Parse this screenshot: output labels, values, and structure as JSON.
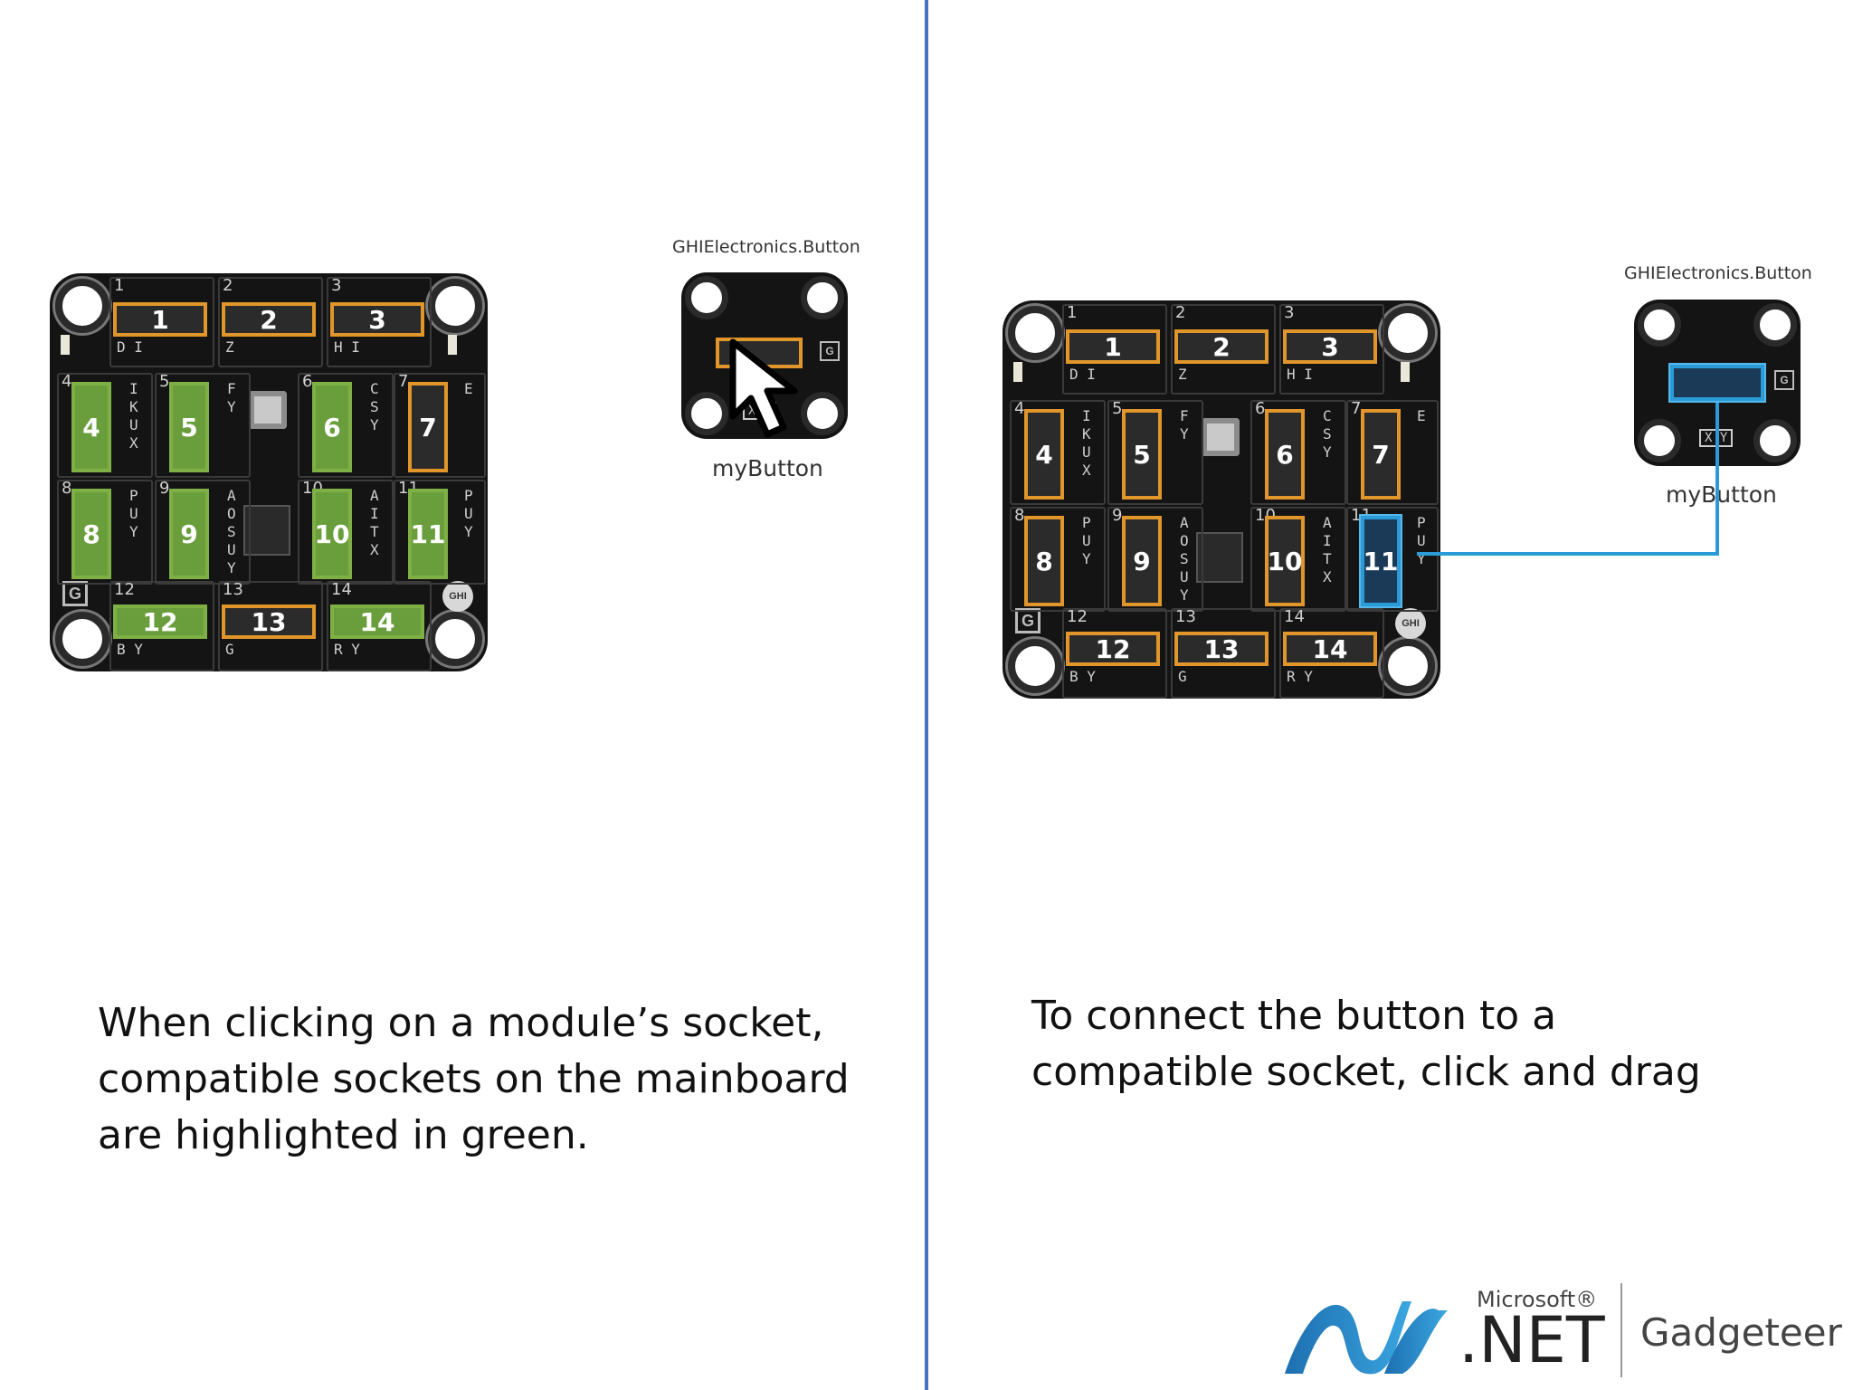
{
  "left": {
    "module_title": "GHIElectronics.Button",
    "module_name": "myButton",
    "caption_lines": [
      "When clicking on a module’s socket,",
      "compatible sockets on the mainboard",
      "are highlighted in green."
    ]
  },
  "right": {
    "module_title": "GHIElectronics.Button",
    "module_name": "myButton",
    "caption_lines": [
      "To connect the button to a",
      "compatible socket, click and drag"
    ]
  },
  "board": {
    "socket_labels": [
      "1",
      "2",
      "3",
      "4",
      "5",
      "6",
      "7",
      "8",
      "9",
      "10",
      "11",
      "12",
      "13",
      "14"
    ],
    "pin_letters": {
      "s1": "D I",
      "s2": "Z",
      "s3": "H I",
      "s4": "I K U X",
      "s5": "F Y",
      "s6": "C S Y",
      "s7": "E",
      "s8": "P U Y",
      "s9": "A O S U Y",
      "s10": "A I T X",
      "s11": "P U Y",
      "s12": "B Y",
      "s13": "G",
      "s14": "R Y"
    },
    "highlight_green_left": [
      "4",
      "5",
      "6",
      "8",
      "9",
      "10",
      "11",
      "12",
      "14"
    ],
    "highlight_blue_right": "11",
    "module_socket_letters": "X Y"
  },
  "logo": {
    "brand": "Microsoft®",
    "product": ".NET",
    "name": "Gadgeteer"
  }
}
